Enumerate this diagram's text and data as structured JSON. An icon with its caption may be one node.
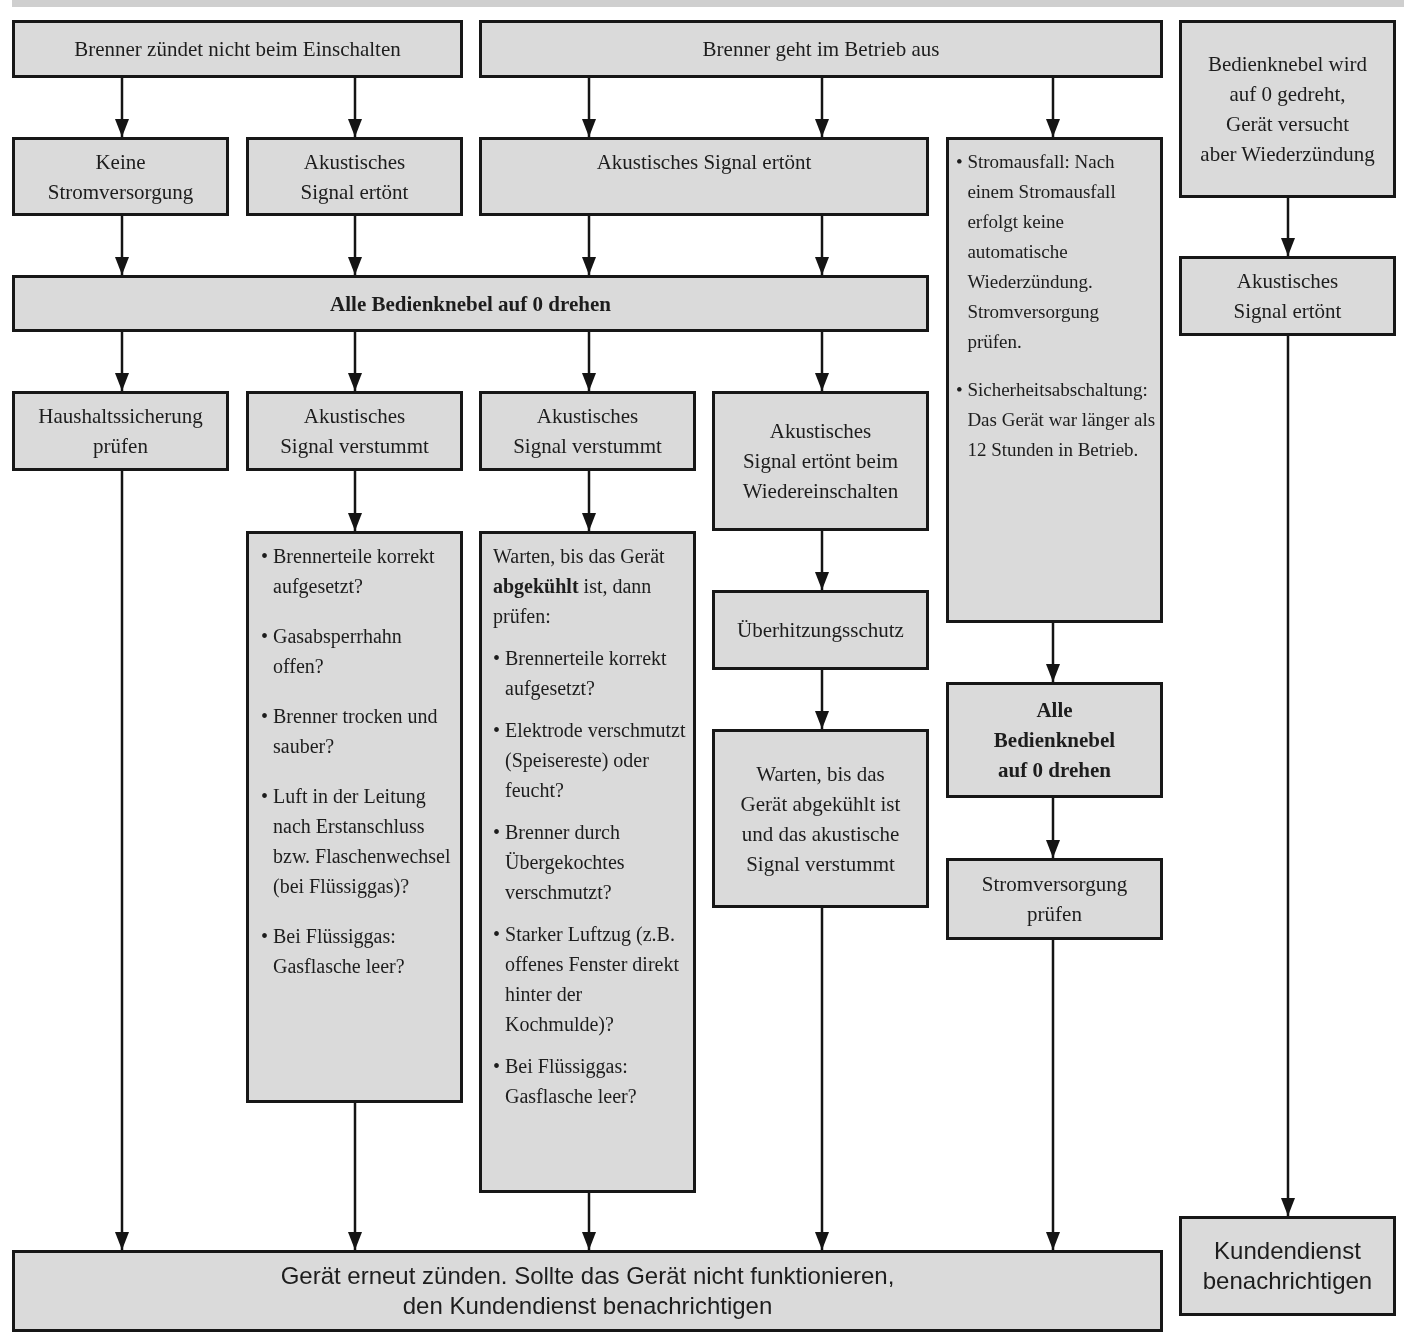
{
  "diagram": {
    "nodes": [
      {
        "text": [
          "Brenner zündet nicht beim Einschalten"
        ]
      },
      {
        "text": [
          "Brenner geht im Betrieb aus"
        ]
      },
      {
        "text": [
          "Bedienknebel wird auf 0 gedreht, Gerät versucht aber Wiederzündung"
        ]
      },
      {
        "text": [
          "Keine Stromversorgung"
        ]
      },
      {
        "text": [
          "Akustisches Signal ertönt"
        ]
      },
      {
        "text": [
          "Akustisches Signal ertönt"
        ]
      },
      {
        "text": [
          "• Stromausfall: Nach einem Stromausfall erfolgt keine automatische Wiederzündung. Stromversorgung prüfen.",
          "• Sicherheitsabschaltung: Das Gerät war länger als 12 Stunden in Betrieb."
        ]
      },
      {
        "text": [
          "Alle Bedienknebel auf 0 drehen"
        ]
      },
      {
        "text": [
          "Akustisches Signal ertönt"
        ]
      },
      {
        "text": [
          "Haushaltssicherung prüfen"
        ]
      },
      {
        "text": [
          "Akustisches Signal verstummt"
        ]
      },
      {
        "text": [
          "Akustisches Signal verstummt"
        ]
      },
      {
        "text": [
          "Akustisches Signal ertönt beim Wiedereinschalten"
        ]
      },
      {
        "text": [
          "• Brennerteile korrekt aufgesetzt?",
          "• Gasabsperrhahn offen?",
          "• Brenner trocken und sauber?",
          "• Luft in der Leitung nach Erstanschluss bzw. Flaschenwechsel (bei Flüssiggas)?",
          "• Bei Flüssiggas: Gasflasche leer?"
        ]
      },
      {
        "text": [
          "Warten, bis das Gerät **abgekühlt** ist, dann prüfen:",
          "• Brennerteile korrekt aufgesetzt?",
          "• Elektrode verschmutzt (Speisereste) oder feucht?",
          "• Brenner durch Übergekochtes verschmutzt?",
          "• Starker Luftzug (z.B. offenes Fenster direkt hinter der Kochmulde)?",
          "• Bei Flüssiggas: Gasflasche leer?"
        ]
      },
      {
        "text": [
          "Überhitzungsschutz"
        ]
      },
      {
        "text": [
          "Alle Bedienknebel auf 0 drehen"
        ]
      },
      {
        "text": [
          "Warten, bis das Gerät abgekühlt ist und das akustische Signal verstummt"
        ]
      },
      {
        "text": [
          "Stromversorgung prüfen"
        ]
      },
      {
        "text": [
          "Kundendienst benachrichtigen"
        ]
      },
      {
        "text": [
          "Gerät erneut zünden. Sollte das Gerät nicht funktionieren, den Kundendienst benachrichtigen"
        ]
      }
    ],
    "edges": [
      {
        "from": 0,
        "to": 3,
        "arrow": "to"
      },
      {
        "from": 0,
        "to": 4,
        "arrow": "to"
      },
      {
        "from": 1,
        "to": 5,
        "arrow": "to"
      },
      {
        "from": 1,
        "to": 5,
        "arrow": "to"
      },
      {
        "from": 1,
        "to": 6,
        "arrow": "to"
      },
      {
        "from": 2,
        "to": 8,
        "arrow": "to"
      },
      {
        "from": 3,
        "to": 7,
        "arrow": "to"
      },
      {
        "from": 4,
        "to": 7,
        "arrow": "to"
      },
      {
        "from": 5,
        "to": 7,
        "arrow": "to"
      },
      {
        "from": 5,
        "to": 7,
        "arrow": "to"
      },
      {
        "from": 7,
        "to": 9,
        "arrow": "to"
      },
      {
        "from": 7,
        "to": 10,
        "arrow": "to"
      },
      {
        "from": 7,
        "to": 11,
        "arrow": "to"
      },
      {
        "from": 7,
        "to": 12,
        "arrow": "to"
      },
      {
        "from": 10,
        "to": 13,
        "arrow": "to"
      },
      {
        "from": 11,
        "to": 14,
        "arrow": "to"
      },
      {
        "from": 12,
        "to": 15,
        "arrow": "to"
      },
      {
        "from": 6,
        "to": 16,
        "arrow": "to"
      },
      {
        "from": 15,
        "to": 17,
        "arrow": "to"
      },
      {
        "from": 16,
        "to": 18,
        "arrow": "to"
      },
      {
        "from": 9,
        "to": 20,
        "arrow": "to"
      },
      {
        "from": 13,
        "to": 20,
        "arrow": "to"
      },
      {
        "from": 14,
        "to": 20,
        "arrow": "to"
      },
      {
        "from": 17,
        "to": 20,
        "arrow": "to"
      },
      {
        "from": 18,
        "to": 20,
        "arrow": "to"
      },
      {
        "from": 8,
        "to": 19,
        "arrow": "to"
      }
    ]
  }
}
